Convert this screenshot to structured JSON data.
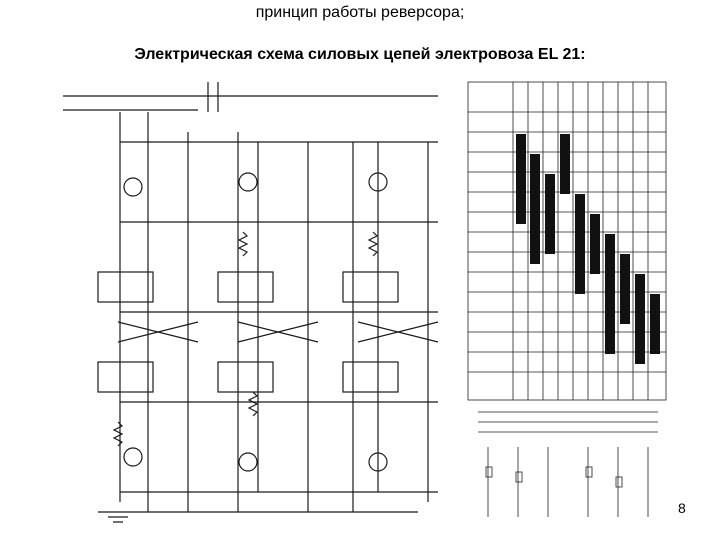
{
  "slide": {
    "title_line1": "принцип работы реверсора;",
    "title_line2": "Электрическая схема силовых цепей электровоза EL 21:",
    "page_number": "8"
  }
}
